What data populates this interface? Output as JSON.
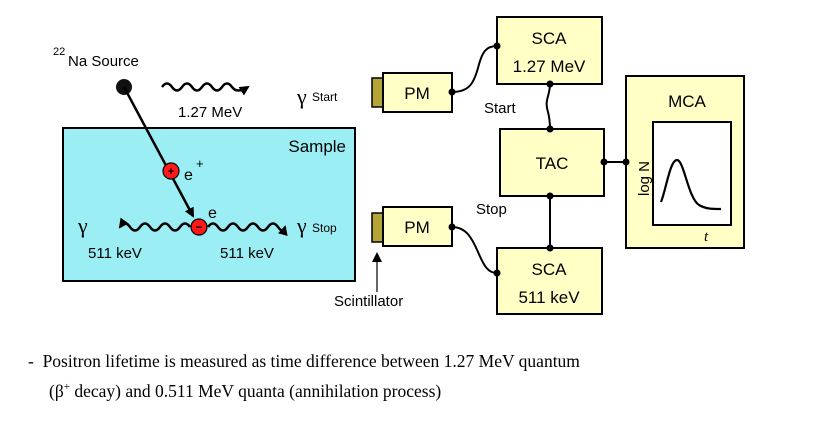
{
  "source": {
    "isotope_mass": "22",
    "label": "Na Source"
  },
  "start_gamma": {
    "symbol": "γ",
    "subscript": "Start",
    "energy": "1.27 MeV"
  },
  "stop_gamma": {
    "symbol": "γ",
    "subscript": "Stop"
  },
  "left_gamma": {
    "symbol": "γ"
  },
  "sample": {
    "label": "Sample"
  },
  "particles": {
    "positron_label": "e",
    "positron_sup": "+",
    "electron_label": "e"
  },
  "annihilation": {
    "left_energy": "511 keV",
    "right_energy": "511 keV"
  },
  "pm_top": {
    "label": "PM"
  },
  "pm_bottom": {
    "label": "PM"
  },
  "scintillator": {
    "label": "Scintillator"
  },
  "sca_top": {
    "line1": "SCA",
    "line2": "1.27 MeV"
  },
  "sca_bottom": {
    "line1": "SCA",
    "line2": "511 keV"
  },
  "tac": {
    "label": "TAC"
  },
  "mca": {
    "label": "MCA",
    "ylabel": "log N",
    "xlabel": "t"
  },
  "signals": {
    "start": "Start",
    "stop": "Stop"
  },
  "colors": {
    "sample_fill": "#9ceef5",
    "box_fill": "#ffffc6",
    "particle_red": "#ff1a1a",
    "scintillator": "#b5a436"
  },
  "caption": {
    "bullet": "-",
    "line1": "Positron lifetime is measured as time difference between 1.27 MeV quantum",
    "line2_a": "(β",
    "line2_sup": "+",
    "line2_b": " decay) and 0.511 MeV quanta (annihilation process)"
  }
}
